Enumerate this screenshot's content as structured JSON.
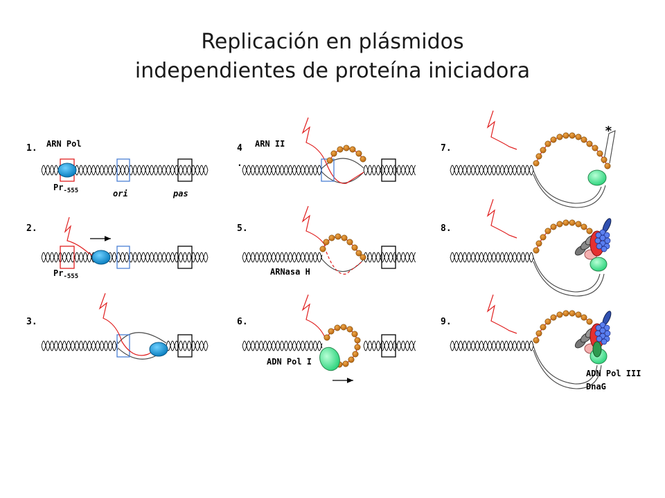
{
  "title": {
    "line1": "Replicación en plásmidos",
    "line2": "independientes de proteína iniciadora"
  },
  "steps": [
    "1.",
    "2.",
    "3.",
    "4",
    "5.",
    "6.",
    "7.",
    "8.",
    "9."
  ],
  "labels": {
    "arn_pol": "ARN Pol",
    "pr_prefix": "Pr",
    "pr_sub": "-555",
    "ori": "ori",
    "pas": "pas",
    "arn_ii": "ARN II",
    "arnasa_h": "ARNasa H",
    "adn_pol_i": "ADN Pol I",
    "adn_pol_iii": "ADN Pol III",
    "dnag": "DnaG",
    "asterisk": "*",
    "dot": "."
  },
  "colors": {
    "rna": "#e02020",
    "ori_box": "#4a7fd4",
    "rna_pol": "#1a9fd8",
    "primer_beads": "#d9821e",
    "pol_i": "#66f0a0",
    "pol_iii_red": "#e53030",
    "pol_iii_blue": "#4a6fe0",
    "gray_subunit": "#777777"
  }
}
